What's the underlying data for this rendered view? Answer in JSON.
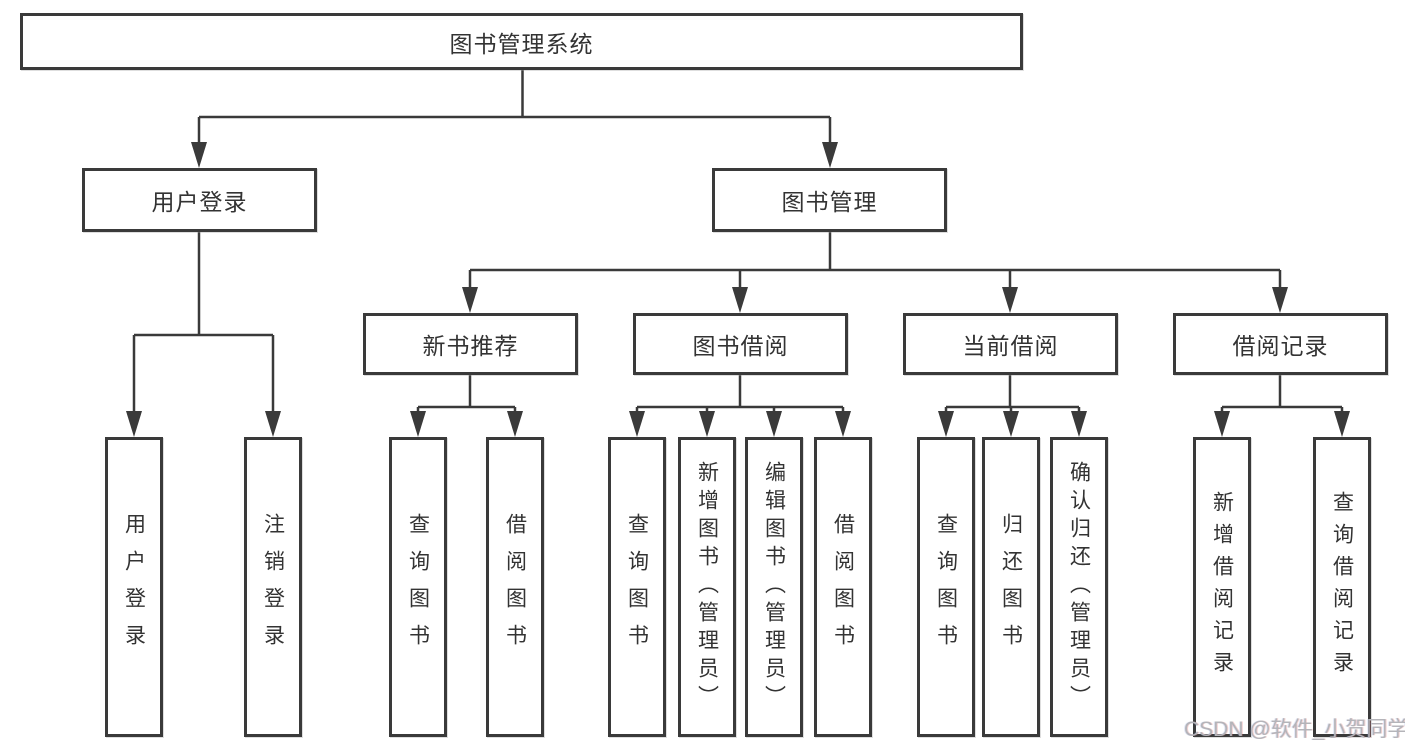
{
  "diagram": {
    "root": "图书管理系统",
    "branches": [
      {
        "label": "用户登录",
        "children": [
          "用户登录",
          "注销登录"
        ]
      },
      {
        "label": "图书管理",
        "sections": [
          {
            "label": "新书推荐",
            "children": [
              "查询图书",
              "借阅图书"
            ]
          },
          {
            "label": "图书借阅",
            "children": [
              "查询图书",
              "新增图书（管理员）",
              "编辑图书（管理员）",
              "借阅图书"
            ]
          },
          {
            "label": "当前借阅",
            "children": [
              "查询图书",
              "归还图书",
              "确认归还（管理员）"
            ]
          },
          {
            "label": "借阅记录",
            "children": [
              "新增借阅记录",
              "查询借阅记录"
            ]
          }
        ]
      }
    ]
  },
  "watermark": "CSDN @软件_小贺同学",
  "colors": {
    "line": "#3a3a3a",
    "box_border": "#3a3a3a",
    "text": "#333333",
    "background": "#ffffff",
    "watermark": "#b4b4b9"
  }
}
